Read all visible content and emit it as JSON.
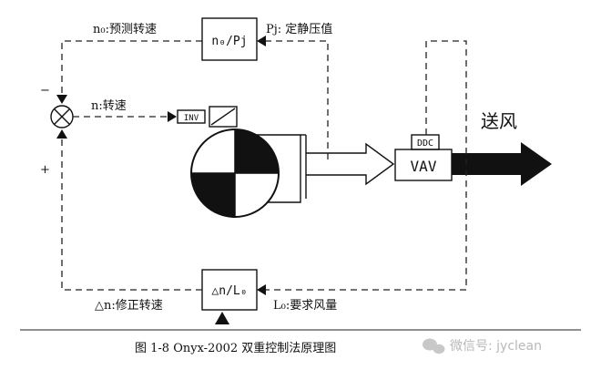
{
  "labels": {
    "n0_predicted_speed": "n₀:预测转速",
    "pj_static_pressure": "Pj: 定静压值",
    "n_speed": "n:转速",
    "delta_n_corrected": "△n:修正转速",
    "l0_required_air": "L₀:要求风量",
    "supply_air": "送风",
    "minus_sign": "−",
    "plus_sign": "+"
  },
  "blocks": {
    "n0_pj": "n₀/Pj",
    "delta_n_l0": "△n/L₀",
    "inv": "INV",
    "ddc": "DDC",
    "vav": "VAV"
  },
  "caption": "图 1-8 Onyx-2002 双重控制法原理图",
  "watermark": "微信号: jyclean"
}
